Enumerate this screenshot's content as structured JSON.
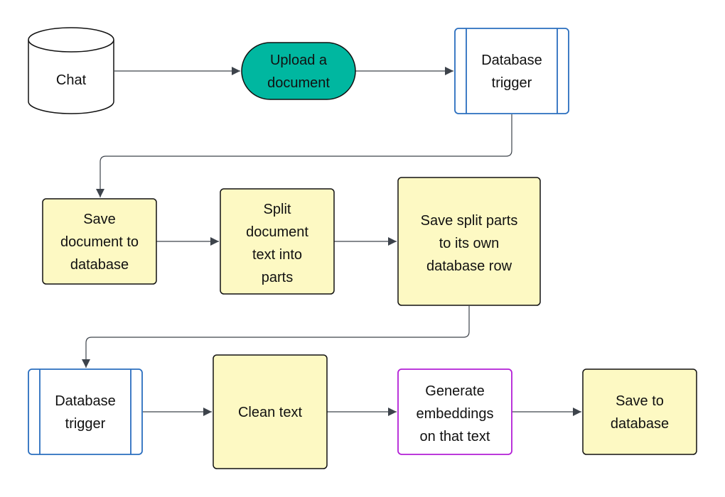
{
  "colors": {
    "process_fill": "#fdf9c3",
    "process_stroke": "#111111",
    "terminal_fill": "#00b7a0",
    "trigger_stroke": "#2a6ebf",
    "embeddings_stroke": "#b31fd6",
    "edge": "#3d434b"
  },
  "nodes": {
    "chat": {
      "lines": [
        "Chat"
      ]
    },
    "upload": {
      "lines": [
        "Upload a",
        "document"
      ]
    },
    "trigger1": {
      "lines": [
        "Database",
        "trigger"
      ]
    },
    "save_doc": {
      "lines": [
        "Save",
        "document to",
        "database"
      ]
    },
    "split": {
      "lines": [
        "Split",
        "document",
        "text into",
        "parts"
      ]
    },
    "save_parts": {
      "lines": [
        "Save split parts",
        "to its own",
        "database row"
      ]
    },
    "trigger2": {
      "lines": [
        "Database",
        "trigger"
      ]
    },
    "clean": {
      "lines": [
        "Clean text"
      ]
    },
    "embeddings": {
      "lines": [
        "Generate",
        "embeddings",
        "on that text"
      ]
    },
    "save_db": {
      "lines": [
        "Save to",
        "database"
      ]
    }
  }
}
